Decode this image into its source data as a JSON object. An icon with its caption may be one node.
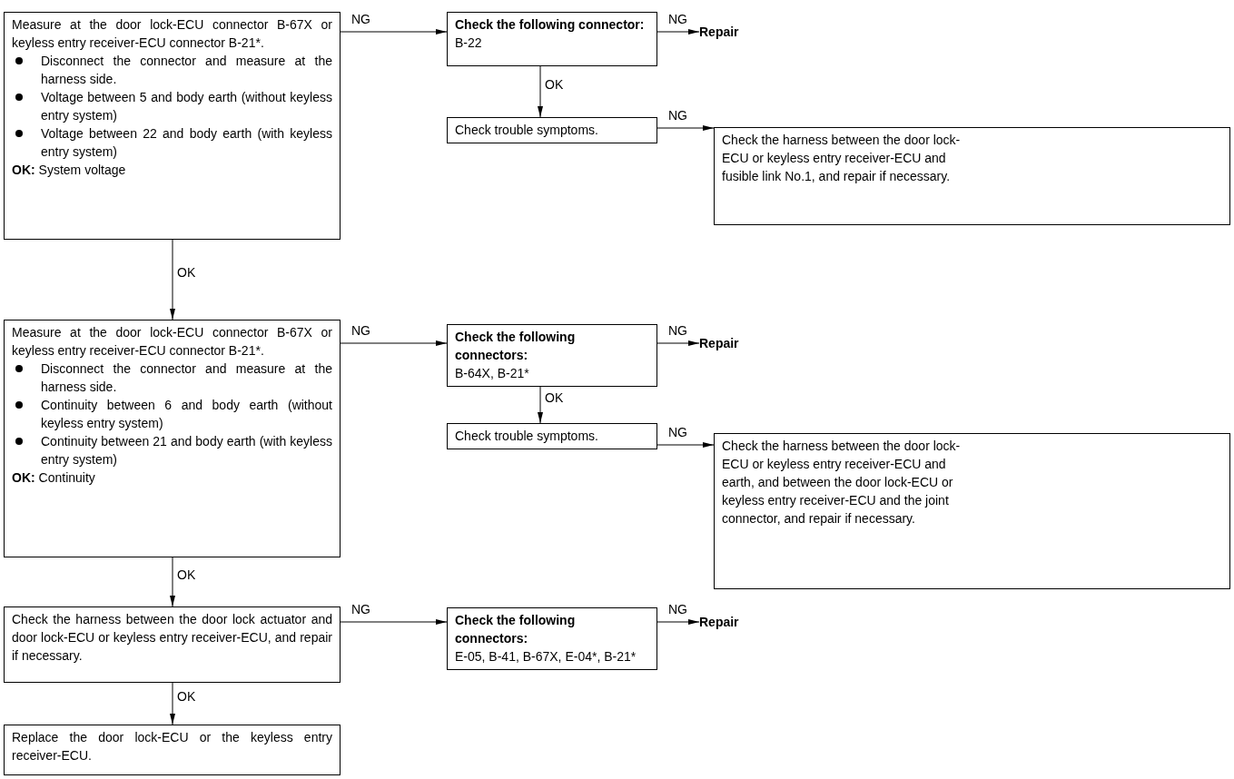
{
  "diagram": {
    "nodes": [
      {
        "text": [
          "Measure at the door lock-ECU connector B-67X or keyless entry receiver-ECU connector B-21*.",
          "Disconnect the connector and measure at the harness side.",
          "Voltage between 5 and body earth (without keyless entry system)",
          "Voltage between 22 and body earth (with keyless entry system)",
          "**OK:** System voltage"
        ]
      },
      {
        "text": [
          "Check the following connector:",
          "B-22"
        ]
      },
      {
        "text": [
          "Repair"
        ]
      },
      {
        "text": [
          "Check trouble symptoms."
        ]
      },
      {
        "text": [
          "Check the harness between the door lock-ECU or keyless entry receiver-ECU and fusible link No.1, and repair if necessary."
        ]
      },
      {
        "text": [
          "Measure at the door lock-ECU connector B-67X or keyless entry receiver-ECU connector B-21*.",
          "Disconnect the connector and measure at the harness side.",
          "Continuity between 6 and body earth (without keyless entry system)",
          "Continuity between 21 and body earth (with keyless entry system)",
          "**OK:** Continuity"
        ]
      },
      {
        "text": [
          "Check the following connectors:",
          "B-64X, B-21*"
        ]
      },
      {
        "text": [
          "Repair"
        ]
      },
      {
        "text": [
          "Check trouble symptoms."
        ]
      },
      {
        "text": [
          "Check the harness between the door lock-ECU or keyless entry receiver-ECU and earth, and between the door lock-ECU or keyless entry receiver-ECU and the joint connector, and repair if necessary."
        ]
      },
      {
        "text": [
          "Check the harness between the door lock actuator and door lock-ECU or keyless entry receiver-ECU, and repair if necessary."
        ]
      },
      {
        "text": [
          "Check the following connectors:",
          "E-05, B-41, B-67X, E-04*, B-21*"
        ]
      },
      {
        "text": [
          "Repair"
        ]
      },
      {
        "text": [
          "Replace the door lock-ECU or the keyless entry receiver-ECU."
        ]
      }
    ],
    "edges": [
      {
        "from": 0,
        "to": 1,
        "arrow": "to",
        "label": "NG"
      },
      {
        "from": 1,
        "to": 2,
        "arrow": "to",
        "label": "NG"
      },
      {
        "from": 1,
        "to": 3,
        "arrow": "to",
        "label": "OK"
      },
      {
        "from": 3,
        "to": 4,
        "arrow": "to",
        "label": "NG"
      },
      {
        "from": 0,
        "to": 5,
        "arrow": "to",
        "label": "OK"
      },
      {
        "from": 5,
        "to": 6,
        "arrow": "to",
        "label": "NG"
      },
      {
        "from": 6,
        "to": 7,
        "arrow": "to",
        "label": "NG"
      },
      {
        "from": 6,
        "to": 8,
        "arrow": "to",
        "label": "OK"
      },
      {
        "from": 8,
        "to": 9,
        "arrow": "to",
        "label": "NG"
      },
      {
        "from": 5,
        "to": 10,
        "arrow": "to",
        "label": "OK"
      },
      {
        "from": 10,
        "to": 11,
        "arrow": "to",
        "label": "NG"
      },
      {
        "from": 11,
        "to": 12,
        "arrow": "to",
        "label": "NG"
      },
      {
        "from": 10,
        "to": 13,
        "arrow": "to",
        "label": "OK"
      }
    ]
  }
}
